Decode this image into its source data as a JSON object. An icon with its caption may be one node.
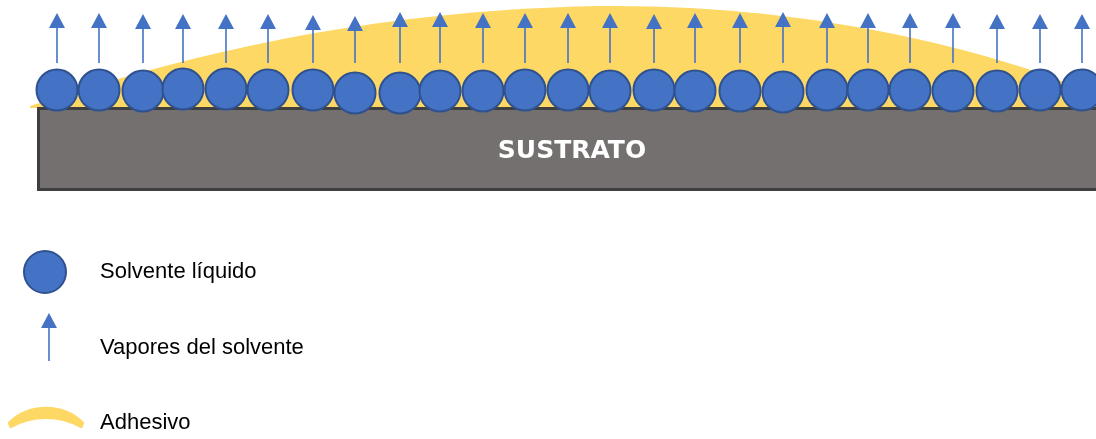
{
  "diagram": {
    "nodes": [
      {
        "text": [
          "SUSTRATO"
        ]
      }
    ],
    "legend": [
      {
        "text": "Solvente líquido"
      },
      {
        "text": "Vapores del solvente"
      },
      {
        "text": "Adhesivo"
      }
    ]
  }
}
